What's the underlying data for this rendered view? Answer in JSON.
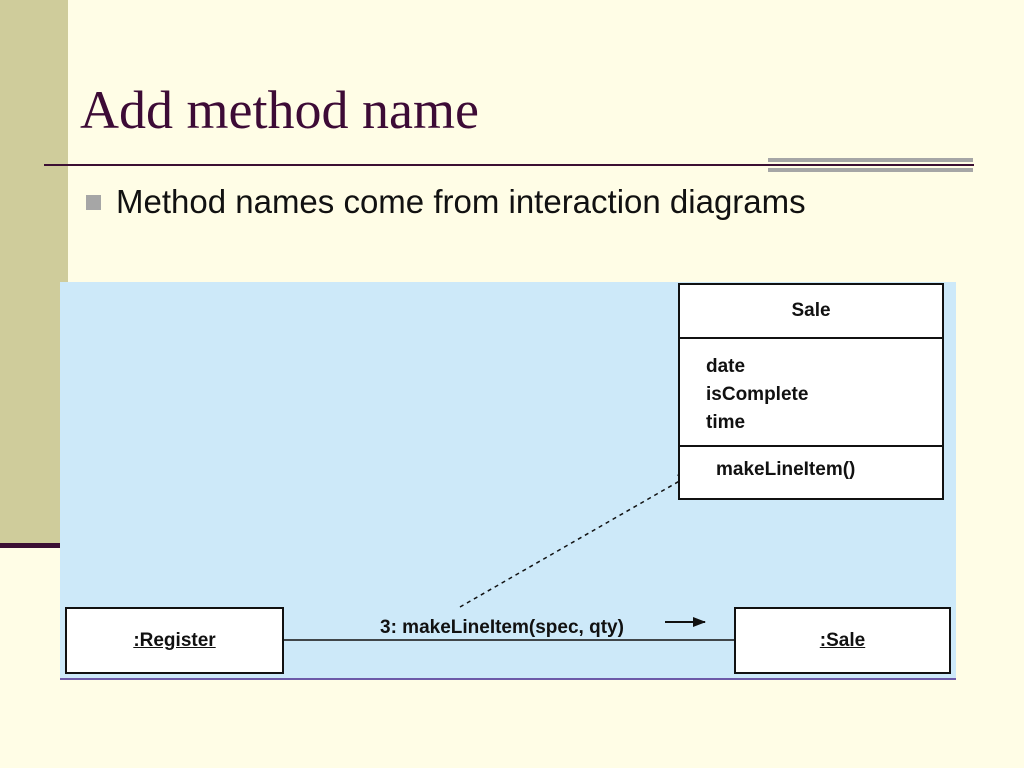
{
  "slide": {
    "title": "Add method name",
    "bullet": "Method names come from interaction diagrams"
  },
  "diagram": {
    "class_box": {
      "name": "Sale",
      "attributes": [
        "date",
        "isComplete",
        "time"
      ],
      "operation": "makeLineItem()"
    },
    "register_instance": ":Register",
    "sale_instance": ":Sale",
    "message_label": "3: makeLineItem(spec, qty)"
  },
  "colors": {
    "background": "#fffde6",
    "side_band": "#cfcc9b",
    "title_text": "#3d0b36",
    "rule": "#3c0f33",
    "diagram_background": "#cde9f9"
  }
}
